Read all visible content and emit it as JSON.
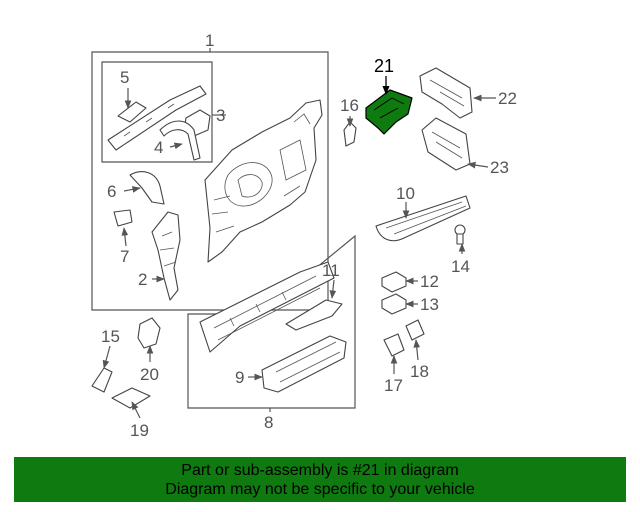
{
  "diagram": {
    "callouts": {
      "c1": "1",
      "c2": "2",
      "c3": "3",
      "c4": "4",
      "c5": "5",
      "c6": "6",
      "c7": "7",
      "c8": "8",
      "c9": "9",
      "c10": "10",
      "c11": "11",
      "c12": "12",
      "c13": "13",
      "c14": "14",
      "c15": "15",
      "c16": "16",
      "c17": "17",
      "c18": "18",
      "c19": "19",
      "c20": "20",
      "c21": "21",
      "c22": "22",
      "c23": "23"
    },
    "highlight_part": "21",
    "highlight_color": "#0f7a0f"
  },
  "banner": {
    "line1": "Part or sub-assembly is #21 in diagram",
    "line2": "Diagram may not be specific to your vehicle",
    "background": "#0f7a0f"
  }
}
